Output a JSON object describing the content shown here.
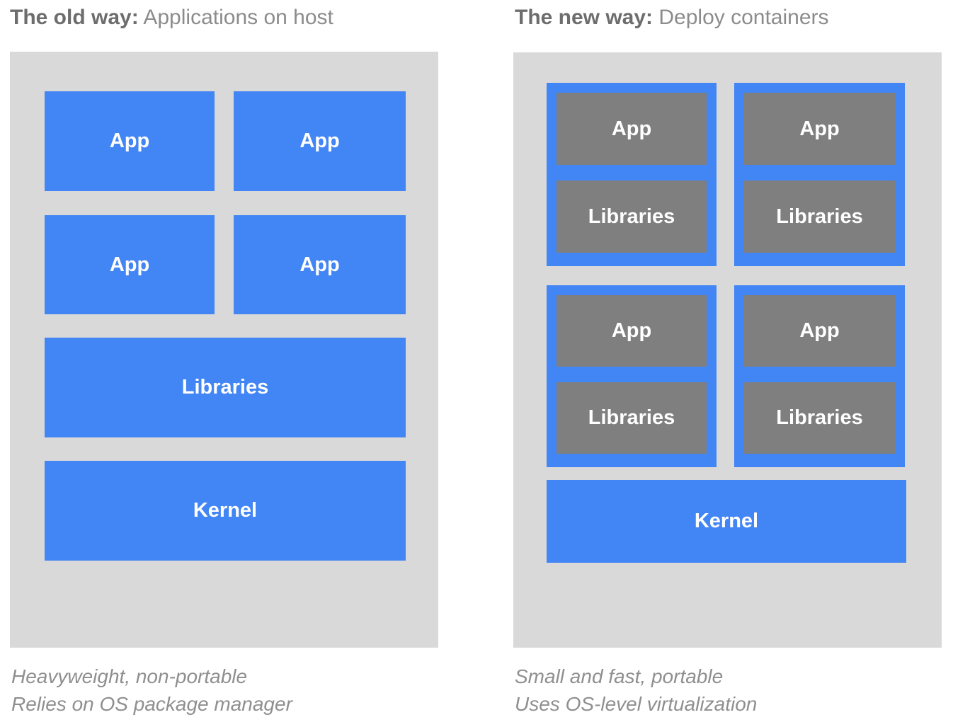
{
  "colors": {
    "panel_bg": "#d9d9d9",
    "blue": "#4285f4",
    "gray_box": "#7f7f7f",
    "title_bold": "#6d6d6d",
    "title_regular": "#8c8c8c",
    "caption": "#8f8f8f",
    "box_label": "#ffffff"
  },
  "left": {
    "title_bold": "The old way:",
    "title_rest": " Applications on host",
    "apps": [
      "App",
      "App",
      "App",
      "App"
    ],
    "libraries_label": "Libraries",
    "kernel_label": "Kernel",
    "caption_line1": "Heavyweight, non-portable",
    "caption_line2": "Relies on OS package manager"
  },
  "right": {
    "title_bold": "The new way:",
    "title_rest": " Deploy containers",
    "containers": [
      {
        "app": "App",
        "libraries": "Libraries"
      },
      {
        "app": "App",
        "libraries": "Libraries"
      },
      {
        "app": "App",
        "libraries": "Libraries"
      },
      {
        "app": "App",
        "libraries": "Libraries"
      }
    ],
    "kernel_label": "Kernel",
    "caption_line1": "Small and fast, portable",
    "caption_line2": "Uses OS-level virtualization"
  }
}
